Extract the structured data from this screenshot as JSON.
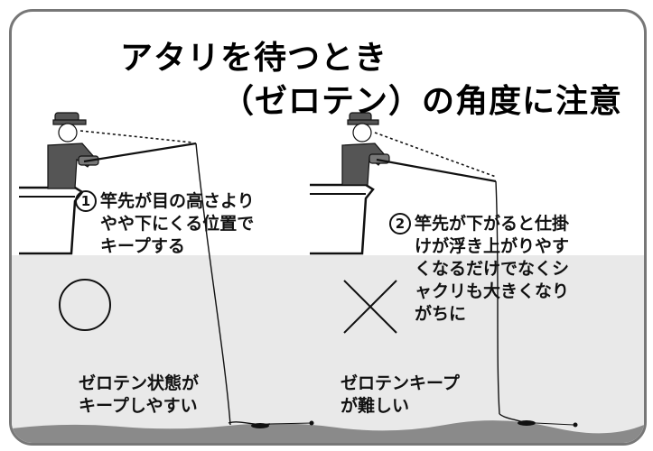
{
  "title": {
    "line1": "アタリを待つとき",
    "line2": "（ゼロテン）の角度に注意"
  },
  "panel_left": {
    "number": "1",
    "description": [
      "竿先が目の高さより",
      "やや下にくる位置で",
      "キープする"
    ],
    "verdict_symbol": "circle",
    "caption": [
      "ゼロテン状態が",
      "キープしやすい"
    ]
  },
  "panel_right": {
    "number": "2",
    "description": [
      "竿先が下がると仕掛",
      "けが浮き上がりやす",
      "くなるだけでなくシ",
      "ャクリも大きくなり",
      "がちに"
    ],
    "verdict_symbol": "cross",
    "caption": [
      "ゼロテンキープ",
      "が難しい"
    ]
  },
  "colors": {
    "frame": "#777777",
    "water": "#e9e9e9",
    "ink": "#111111",
    "angler": "#555555"
  }
}
